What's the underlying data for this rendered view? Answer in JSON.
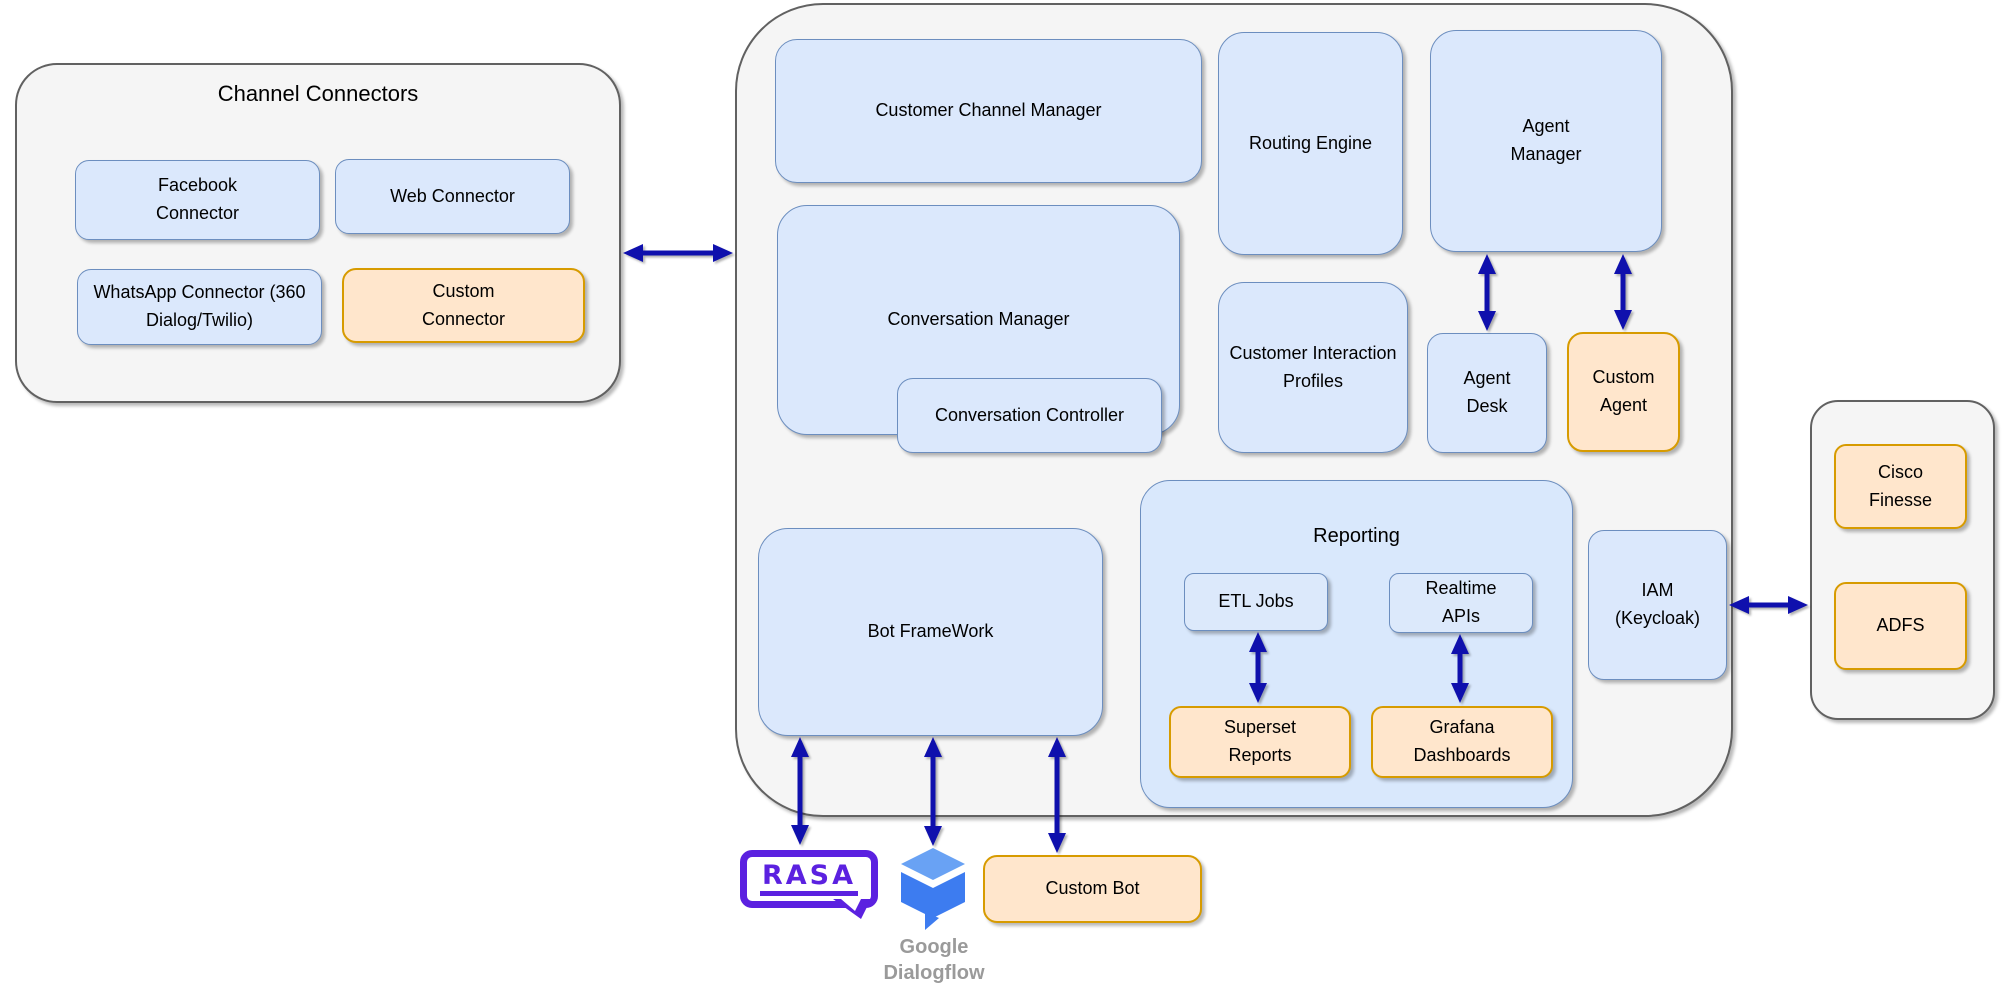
{
  "diagram": {
    "channel_connectors": {
      "title": "Channel Connectors",
      "facebook": "Facebook Connector",
      "web": "Web Connector",
      "whatsapp": "WhatsApp Connector (360 Dialog/Twilio)",
      "custom": "Custom Connector"
    },
    "core": {
      "customer_channel_manager": "Customer Channel Manager",
      "conversation_manager": "Conversation Manager",
      "conversation_controller": "Conversation Controller",
      "routing_engine": "Routing Engine",
      "agent_manager": "Agent Manager",
      "customer_interaction_profiles": "Customer Interaction Profiles",
      "agent_desk": "Agent Desk",
      "custom_agent": "Custom Agent",
      "bot_framework": "Bot FrameWork",
      "iam": "IAM (Keycloak)",
      "reporting": {
        "title": "Reporting",
        "etl_jobs": "ETL Jobs",
        "realtime_apis": "Realtime APIs",
        "superset_reports": "Superset Reports",
        "grafana_dashboards": "Grafana Dashboards"
      }
    },
    "external_auth": {
      "cisco_finesse": "Cisco Finesse",
      "adfs": "ADFS"
    },
    "bots": {
      "rasa": "RASA",
      "google_dialogflow": "Google Dialogflow",
      "custom_bot": "Custom Bot"
    },
    "colors": {
      "blue_fill": "#dbe8fc",
      "blue_border": "#6c8ebf",
      "orange_fill": "#ffe6cc",
      "orange_border": "#d79b00",
      "container_fill": "#f5f5f5",
      "container_border": "#616161",
      "arrow": "#0f10ad",
      "rasa_purple": "#5b21e0",
      "dialogflow_blue_light": "#69a2f4",
      "dialogflow_blue_dark": "#3d7cf0",
      "muted_label": "#9a9a9a"
    }
  }
}
